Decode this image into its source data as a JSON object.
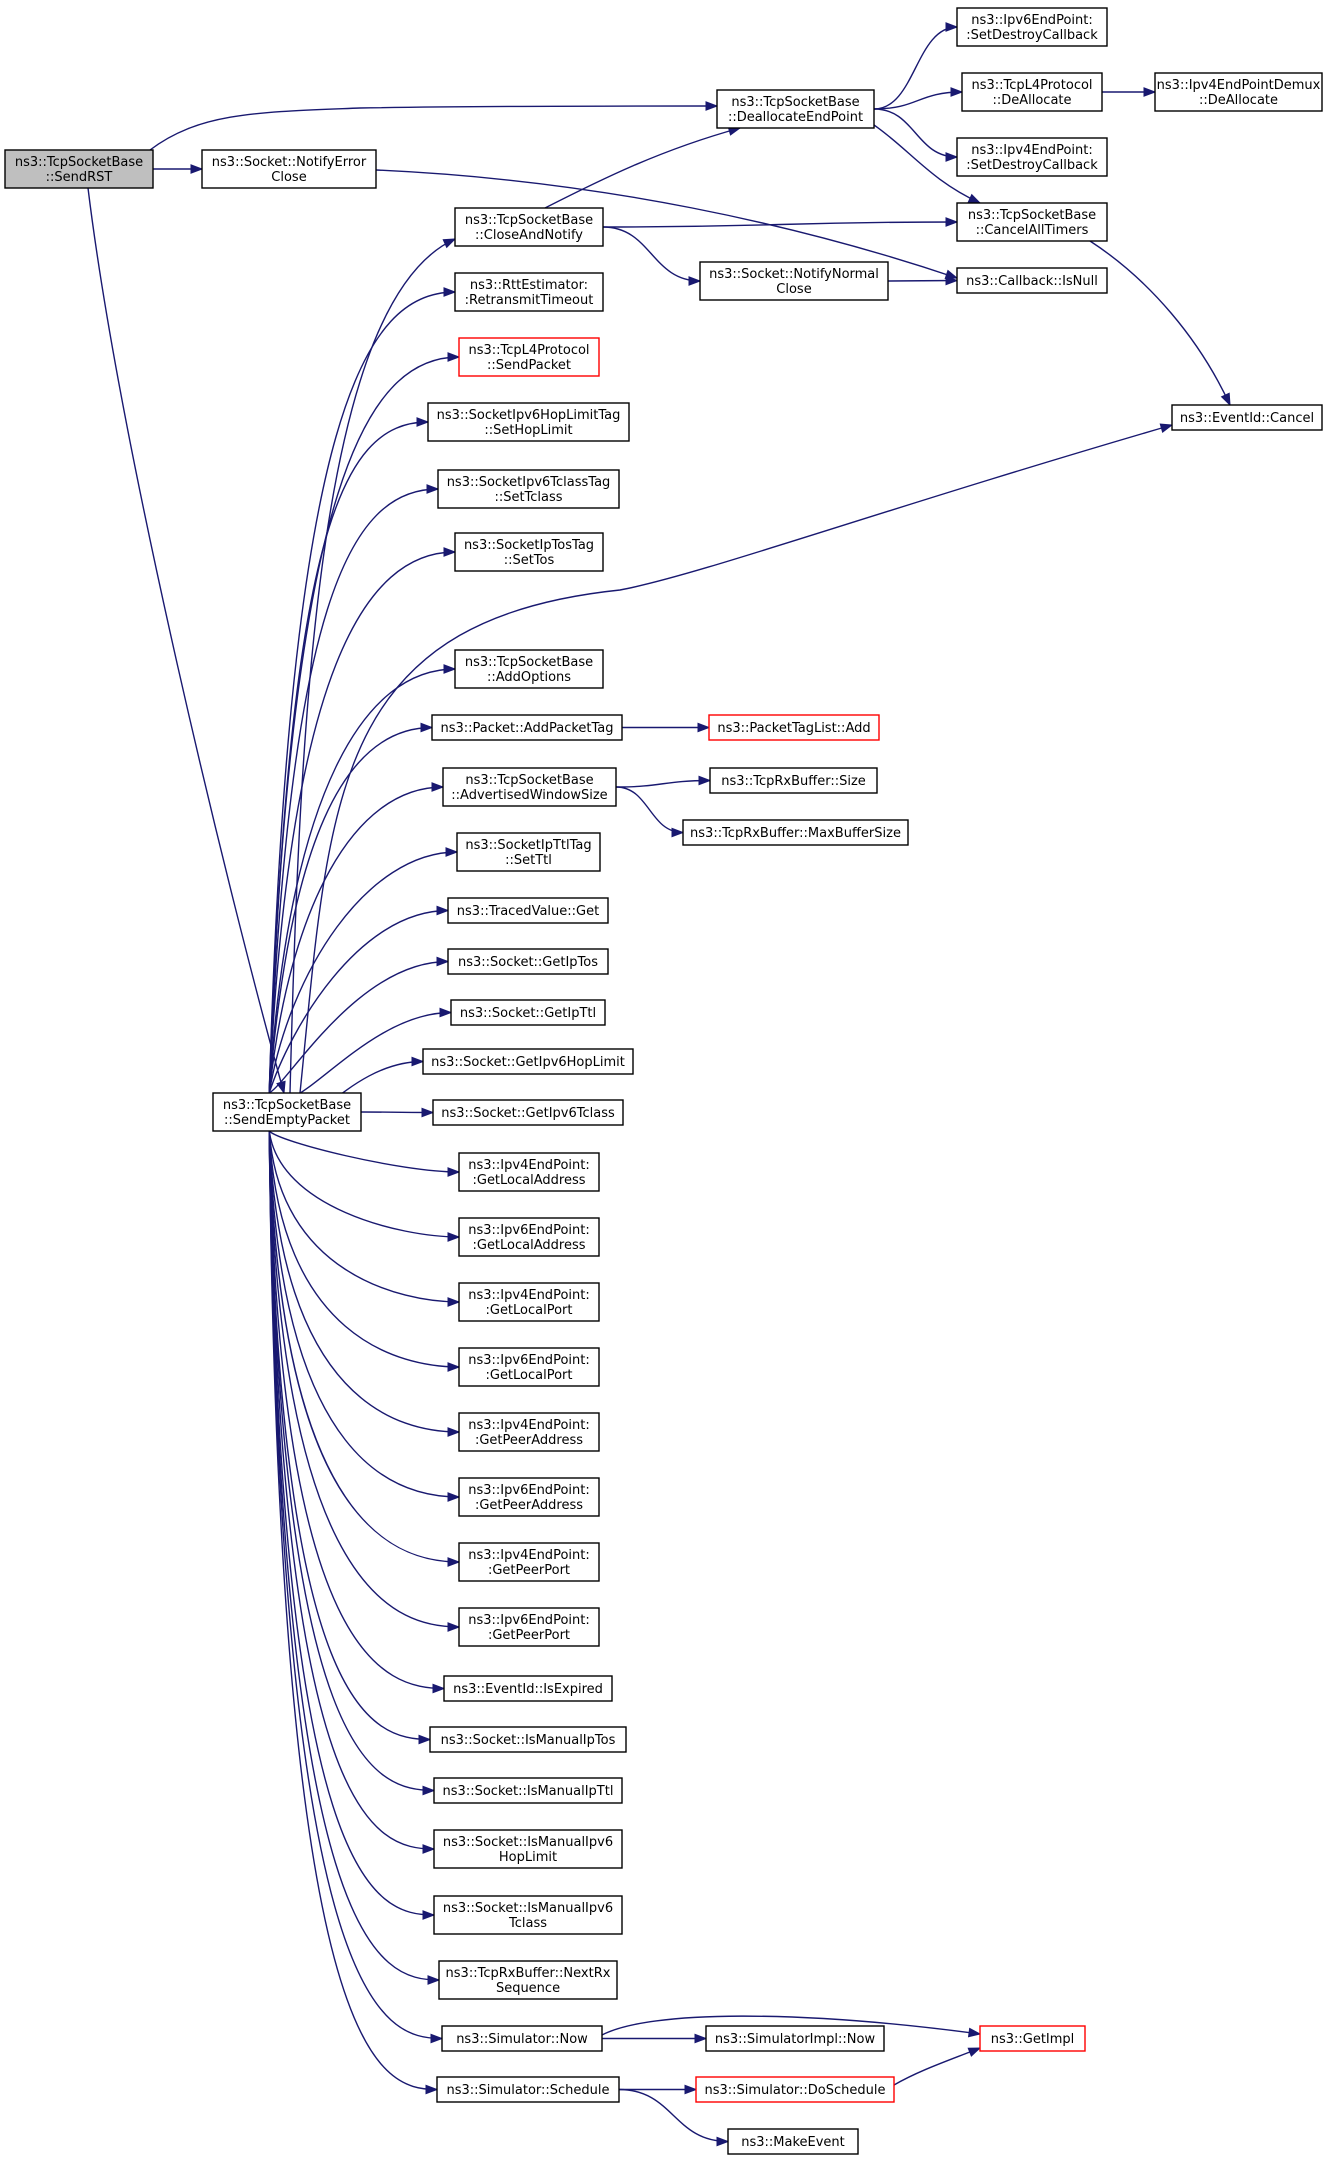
{
  "graph": {
    "edge_color": "#191970",
    "default_border": "#000000",
    "highlight_border": "#ff0000",
    "root_fill": "#bfbfbf",
    "nodes": [
      {
        "id": "sendrst",
        "lines": [
          "ns3::TcpSocketBase",
          "::SendRST"
        ],
        "root": true
      },
      {
        "id": "notifyerror",
        "lines": [
          "ns3::Socket::NotifyError",
          "Close"
        ]
      },
      {
        "id": "dealloc_ep",
        "lines": [
          "ns3::TcpSocketBase",
          "::DeallocateEndPoint"
        ]
      },
      {
        "id": "ipv6ep_setdestroy",
        "lines": [
          "ns3::Ipv6EndPoint:",
          ":SetDestroyCallback"
        ]
      },
      {
        "id": "tcpl4_dealloc",
        "lines": [
          "ns3::TcpL4Protocol",
          "::DeAllocate"
        ]
      },
      {
        "id": "ipv4demux_dealloc",
        "lines": [
          "ns3::Ipv4EndPointDemux",
          "::DeAllocate"
        ]
      },
      {
        "id": "ipv4ep_setdestroy",
        "lines": [
          "ns3::Ipv4EndPoint:",
          ":SetDestroyCallback"
        ]
      },
      {
        "id": "cancelalltimers",
        "lines": [
          "ns3::TcpSocketBase",
          "::CancelAllTimers"
        ]
      },
      {
        "id": "closeandnotify",
        "lines": [
          "ns3::TcpSocketBase",
          "::CloseAndNotify"
        ]
      },
      {
        "id": "notifynormal",
        "lines": [
          "ns3::Socket::NotifyNormal",
          "Close"
        ]
      },
      {
        "id": "callback_isnull",
        "lines": [
          "ns3::Callback::IsNull"
        ]
      },
      {
        "id": "rtt_retransmit",
        "lines": [
          "ns3::RttEstimator:",
          ":RetransmitTimeout"
        ]
      },
      {
        "id": "tcpl4_sendpacket",
        "lines": [
          "ns3::TcpL4Protocol",
          "::SendPacket"
        ],
        "red": true
      },
      {
        "id": "eventid_cancel",
        "lines": [
          "ns3::EventId::Cancel"
        ]
      },
      {
        "id": "hoplimittag",
        "lines": [
          "ns3::SocketIpv6HopLimitTag",
          "::SetHopLimit"
        ]
      },
      {
        "id": "tclasstag",
        "lines": [
          "ns3::SocketIpv6TclassTag",
          "::SetTclass"
        ]
      },
      {
        "id": "iptostag",
        "lines": [
          "ns3::SocketIpTosTag",
          "::SetTos"
        ]
      },
      {
        "id": "addoptions",
        "lines": [
          "ns3::TcpSocketBase",
          "::AddOptions"
        ]
      },
      {
        "id": "addpackettag",
        "lines": [
          "ns3::Packet::AddPacketTag"
        ]
      },
      {
        "id": "packettaglist_add",
        "lines": [
          "ns3::PacketTagList::Add"
        ],
        "red": true
      },
      {
        "id": "advwindow",
        "lines": [
          "ns3::TcpSocketBase",
          "::AdvertisedWindowSize"
        ]
      },
      {
        "id": "rxbuffer_size",
        "lines": [
          "ns3::TcpRxBuffer::Size"
        ]
      },
      {
        "id": "rxbuffer_max",
        "lines": [
          "ns3::TcpRxBuffer::MaxBufferSize"
        ]
      },
      {
        "id": "ipttltag",
        "lines": [
          "ns3::SocketIpTtlTag",
          "::SetTtl"
        ]
      },
      {
        "id": "tracedvalue_get",
        "lines": [
          "ns3::TracedValue::Get"
        ]
      },
      {
        "id": "getiptos",
        "lines": [
          "ns3::Socket::GetIpTos"
        ]
      },
      {
        "id": "getipttl",
        "lines": [
          "ns3::Socket::GetIpTtl"
        ]
      },
      {
        "id": "getipv6hop",
        "lines": [
          "ns3::Socket::GetIpv6HopLimit"
        ]
      },
      {
        "id": "sendempty",
        "lines": [
          "ns3::TcpSocketBase",
          "::SendEmptyPacket"
        ]
      },
      {
        "id": "getipv6tclass",
        "lines": [
          "ns3::Socket::GetIpv6Tclass"
        ]
      },
      {
        "id": "ipv4_getlocaladdr",
        "lines": [
          "ns3::Ipv4EndPoint:",
          ":GetLocalAddress"
        ]
      },
      {
        "id": "ipv6_getlocaladdr",
        "lines": [
          "ns3::Ipv6EndPoint:",
          ":GetLocalAddress"
        ]
      },
      {
        "id": "ipv4_getlocalport",
        "lines": [
          "ns3::Ipv4EndPoint:",
          ":GetLocalPort"
        ]
      },
      {
        "id": "ipv6_getlocalport",
        "lines": [
          "ns3::Ipv6EndPoint:",
          ":GetLocalPort"
        ]
      },
      {
        "id": "ipv4_getpeeraddr",
        "lines": [
          "ns3::Ipv4EndPoint:",
          ":GetPeerAddress"
        ]
      },
      {
        "id": "ipv6_getpeeraddr",
        "lines": [
          "ns3::Ipv6EndPoint:",
          ":GetPeerAddress"
        ]
      },
      {
        "id": "ipv4_getpeerport",
        "lines": [
          "ns3::Ipv4EndPoint:",
          ":GetPeerPort"
        ]
      },
      {
        "id": "ipv6_getpeerport",
        "lines": [
          "ns3::Ipv6EndPoint:",
          ":GetPeerPort"
        ]
      },
      {
        "id": "eventid_isexpired",
        "lines": [
          "ns3::EventId::IsExpired"
        ]
      },
      {
        "id": "ismanualiptos",
        "lines": [
          "ns3::Socket::IsManualIpTos"
        ]
      },
      {
        "id": "ismanualipttl",
        "lines": [
          "ns3::Socket::IsManualIpTtl"
        ]
      },
      {
        "id": "ismanualipv6hop",
        "lines": [
          "ns3::Socket::IsManualIpv6",
          "HopLimit"
        ]
      },
      {
        "id": "ismanualipv6tclass",
        "lines": [
          "ns3::Socket::IsManualIpv6",
          "Tclass"
        ]
      },
      {
        "id": "rxbuffer_nextrx",
        "lines": [
          "ns3::TcpRxBuffer::NextRx",
          "Sequence"
        ]
      },
      {
        "id": "simulator_now",
        "lines": [
          "ns3::Simulator::Now"
        ]
      },
      {
        "id": "simimpl_now",
        "lines": [
          "ns3::SimulatorImpl::Now"
        ]
      },
      {
        "id": "getimpl",
        "lines": [
          "ns3::GetImpl"
        ],
        "red": true
      },
      {
        "id": "simulator_schedule",
        "lines": [
          "ns3::Simulator::Schedule"
        ]
      },
      {
        "id": "doschedule",
        "lines": [
          "ns3::Simulator::DoSchedule"
        ],
        "red": true
      },
      {
        "id": "makeevent",
        "lines": [
          "ns3::MakeEvent"
        ]
      }
    ],
    "edges": [
      [
        "sendrst",
        "notifyerror"
      ],
      [
        "sendrst",
        "dealloc_ep"
      ],
      [
        "sendrst",
        "sendempty"
      ],
      [
        "notifyerror",
        "callback_isnull"
      ],
      [
        "dealloc_ep",
        "ipv6ep_setdestroy"
      ],
      [
        "dealloc_ep",
        "tcpl4_dealloc"
      ],
      [
        "dealloc_ep",
        "ipv4ep_setdestroy"
      ],
      [
        "dealloc_ep",
        "cancelalltimers"
      ],
      [
        "tcpl4_dealloc",
        "ipv4demux_dealloc"
      ],
      [
        "closeandnotify",
        "dealloc_ep"
      ],
      [
        "closeandnotify",
        "cancelalltimers"
      ],
      [
        "closeandnotify",
        "notifynormal"
      ],
      [
        "notifynormal",
        "callback_isnull"
      ],
      [
        "cancelalltimers",
        "eventid_cancel"
      ],
      [
        "sendempty",
        "closeandnotify"
      ],
      [
        "sendempty",
        "rtt_retransmit"
      ],
      [
        "sendempty",
        "tcpl4_sendpacket"
      ],
      [
        "sendempty",
        "hoplimittag"
      ],
      [
        "sendempty",
        "tclasstag"
      ],
      [
        "sendempty",
        "iptostag"
      ],
      [
        "sendempty",
        "eventid_cancel"
      ],
      [
        "sendempty",
        "addoptions"
      ],
      [
        "sendempty",
        "addpackettag"
      ],
      [
        "sendempty",
        "advwindow"
      ],
      [
        "sendempty",
        "ipttltag"
      ],
      [
        "sendempty",
        "tracedvalue_get"
      ],
      [
        "sendempty",
        "getiptos"
      ],
      [
        "sendempty",
        "getipttl"
      ],
      [
        "sendempty",
        "getipv6hop"
      ],
      [
        "sendempty",
        "getipv6tclass"
      ],
      [
        "sendempty",
        "ipv4_getlocaladdr"
      ],
      [
        "sendempty",
        "ipv6_getlocaladdr"
      ],
      [
        "sendempty",
        "ipv4_getlocalport"
      ],
      [
        "sendempty",
        "ipv6_getlocalport"
      ],
      [
        "sendempty",
        "ipv4_getpeeraddr"
      ],
      [
        "sendempty",
        "ipv6_getpeeraddr"
      ],
      [
        "sendempty",
        "ipv4_getpeerport"
      ],
      [
        "sendempty",
        "ipv6_getpeerport"
      ],
      [
        "sendempty",
        "eventid_isexpired"
      ],
      [
        "sendempty",
        "ismanualiptos"
      ],
      [
        "sendempty",
        "ismanualipttl"
      ],
      [
        "sendempty",
        "ismanualipv6hop"
      ],
      [
        "sendempty",
        "ismanualipv6tclass"
      ],
      [
        "sendempty",
        "rxbuffer_nextrx"
      ],
      [
        "sendempty",
        "simulator_now"
      ],
      [
        "sendempty",
        "simulator_schedule"
      ],
      [
        "addpackettag",
        "packettaglist_add"
      ],
      [
        "advwindow",
        "rxbuffer_size"
      ],
      [
        "advwindow",
        "rxbuffer_max"
      ],
      [
        "simulator_now",
        "simimpl_now"
      ],
      [
        "simulator_now",
        "getimpl"
      ],
      [
        "simulator_schedule",
        "doschedule"
      ],
      [
        "simulator_schedule",
        "makeevent"
      ],
      [
        "doschedule",
        "getimpl"
      ]
    ]
  }
}
